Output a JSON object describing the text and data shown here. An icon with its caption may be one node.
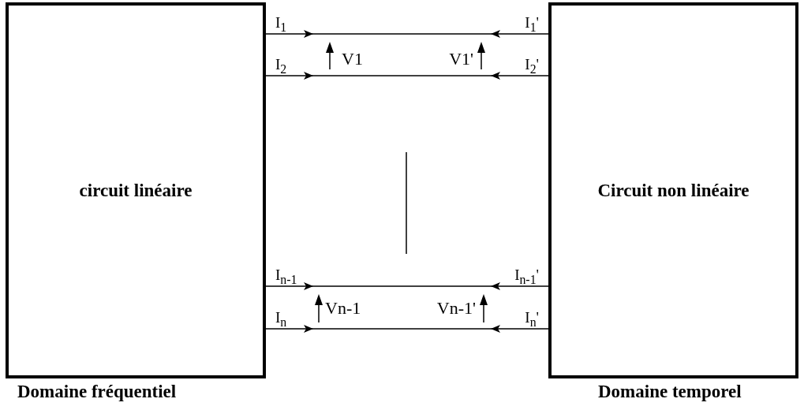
{
  "diagram": {
    "nodes": [
      {
        "text": [
          "circuit linéaire"
        ],
        "beside": [
          "Domaine fréquentiel"
        ]
      },
      {
        "text": [
          "Circuit non linéaire"
        ],
        "beside": [
          "Domaine temporel"
        ]
      }
    ],
    "edges": [
      {
        "from": 0,
        "to": null,
        "arrow": "to",
        "label": "I$_{1}$"
      },
      {
        "from": 1,
        "to": null,
        "arrow": "to",
        "label": "I$_{1}$'"
      },
      {
        "from": 0,
        "to": null,
        "arrow": "to",
        "label": "I$_{2}$"
      },
      {
        "from": 1,
        "to": null,
        "arrow": "to",
        "label": "I$_{2}$'"
      },
      {
        "from": 0,
        "to": null,
        "arrow": "to",
        "label": "I$_{n-1}$"
      },
      {
        "from": 1,
        "to": null,
        "arrow": "to",
        "label": "I$_{n-1}$'"
      },
      {
        "from": 0,
        "to": null,
        "arrow": "to",
        "label": "I$_{n}$"
      },
      {
        "from": 1,
        "to": null,
        "arrow": "to",
        "label": "I$_{n}$'"
      }
    ],
    "labels": [
      "V1",
      "V1'",
      "Vn-1",
      "Vn-1'"
    ]
  }
}
